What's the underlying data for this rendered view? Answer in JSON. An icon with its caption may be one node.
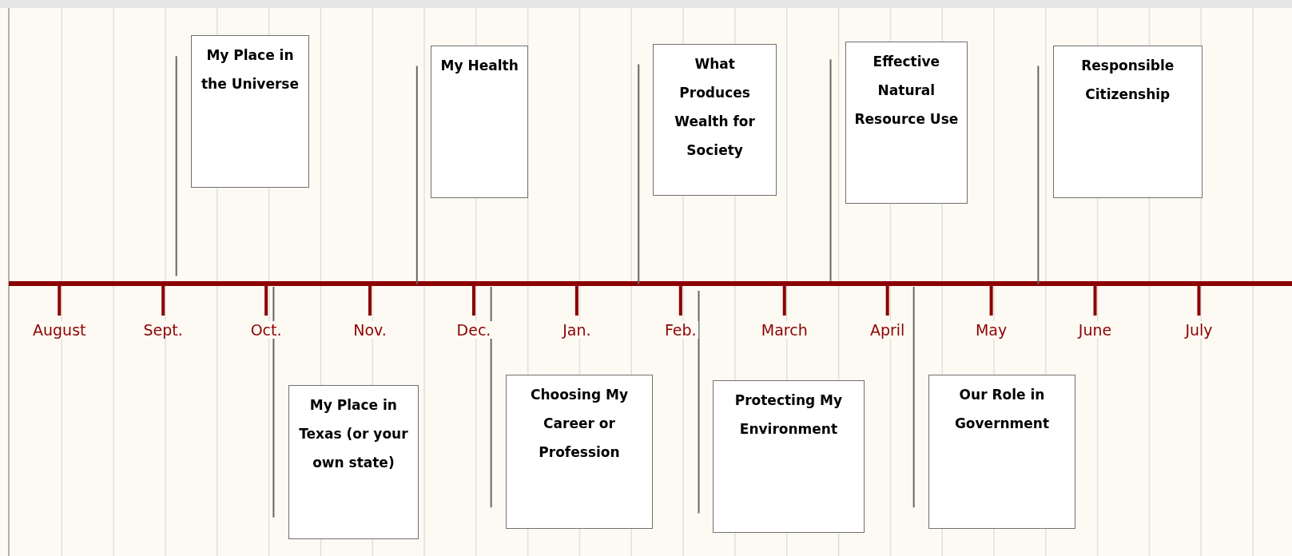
{
  "diagram": {
    "nodes": [
      {
        "text": [
          "My Place in the Universe"
        ]
      },
      {
        "text": [
          "My Place in Texas (or your own state)"
        ]
      },
      {
        "text": [
          "My Health"
        ]
      },
      {
        "text": [
          "Choosing My Career or Profession"
        ]
      },
      {
        "text": [
          "What Produces Wealth for Society"
        ]
      },
      {
        "text": [
          "Protecting My Environment"
        ]
      },
      {
        "text": [
          "Effective Natural Resource Use"
        ]
      },
      {
        "text": [
          "Our Role in Government"
        ]
      },
      {
        "text": [
          "Responsible Citizenship"
        ]
      }
    ],
    "labels": [
      "August",
      "Sept.",
      "Oct.",
      "Nov.",
      "Dec.",
      "Jan.",
      "Feb.",
      "March",
      "April",
      "May",
      "June",
      "July"
    ]
  }
}
